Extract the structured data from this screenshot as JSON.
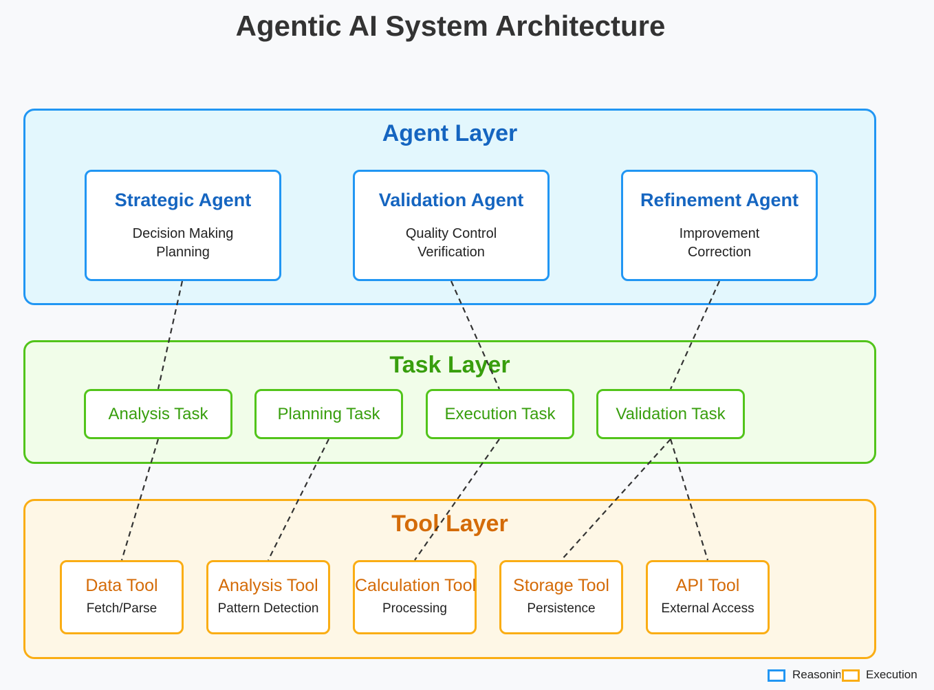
{
  "title": "Agentic AI System Architecture",
  "colors": {
    "agent_border": "#2196f3",
    "agent_text": "#1565c0",
    "agent_bg": "#e3f7fd",
    "task_border": "#52c41a",
    "task_text": "#389e0d",
    "task_bg": "#f1fde9",
    "tool_border": "#faad14",
    "tool_text": "#d46b08",
    "tool_bg": "#fef7e6",
    "connector": "#333333"
  },
  "agent_layer": {
    "title": "Agent Layer",
    "agents": [
      {
        "name": "Strategic Agent",
        "lines": [
          "Decision Making",
          "Planning"
        ]
      },
      {
        "name": "Validation Agent",
        "lines": [
          "Quality Control",
          "Verification"
        ]
      },
      {
        "name": "Refinement Agent",
        "lines": [
          "Improvement",
          "Correction"
        ]
      }
    ]
  },
  "task_layer": {
    "title": "Task Layer",
    "tasks": [
      "Analysis Task",
      "Planning Task",
      "Execution Task",
      "Validation Task"
    ]
  },
  "tool_layer": {
    "title": "Tool Layer",
    "tools": [
      {
        "name": "Data Tool",
        "desc": "Fetch/Parse"
      },
      {
        "name": "Analysis Tool",
        "desc": "Pattern Detection"
      },
      {
        "name": "Calculation Tool",
        "desc": "Processing"
      },
      {
        "name": "Storage Tool",
        "desc": "Persistence"
      },
      {
        "name": "API Tool",
        "desc": "External Access"
      }
    ]
  },
  "connections": [
    {
      "from": "Strategic Agent",
      "to": "Analysis Task"
    },
    {
      "from": "Validation Agent",
      "to": "Execution Task"
    },
    {
      "from": "Refinement Agent",
      "to": "Validation Task"
    },
    {
      "from": "Analysis Task",
      "to": "Data Tool"
    },
    {
      "from": "Planning Task",
      "to": "Analysis Tool"
    },
    {
      "from": "Execution Task",
      "to": "Calculation Tool"
    },
    {
      "from": "Validation Task",
      "to": "Storage Tool"
    },
    {
      "from": "Validation Task",
      "to": "API Tool"
    }
  ],
  "legend": {
    "items": [
      {
        "label": "Reasoning",
        "color": "#2196f3"
      },
      {
        "label": "Execution",
        "color": "#faad14"
      }
    ]
  }
}
